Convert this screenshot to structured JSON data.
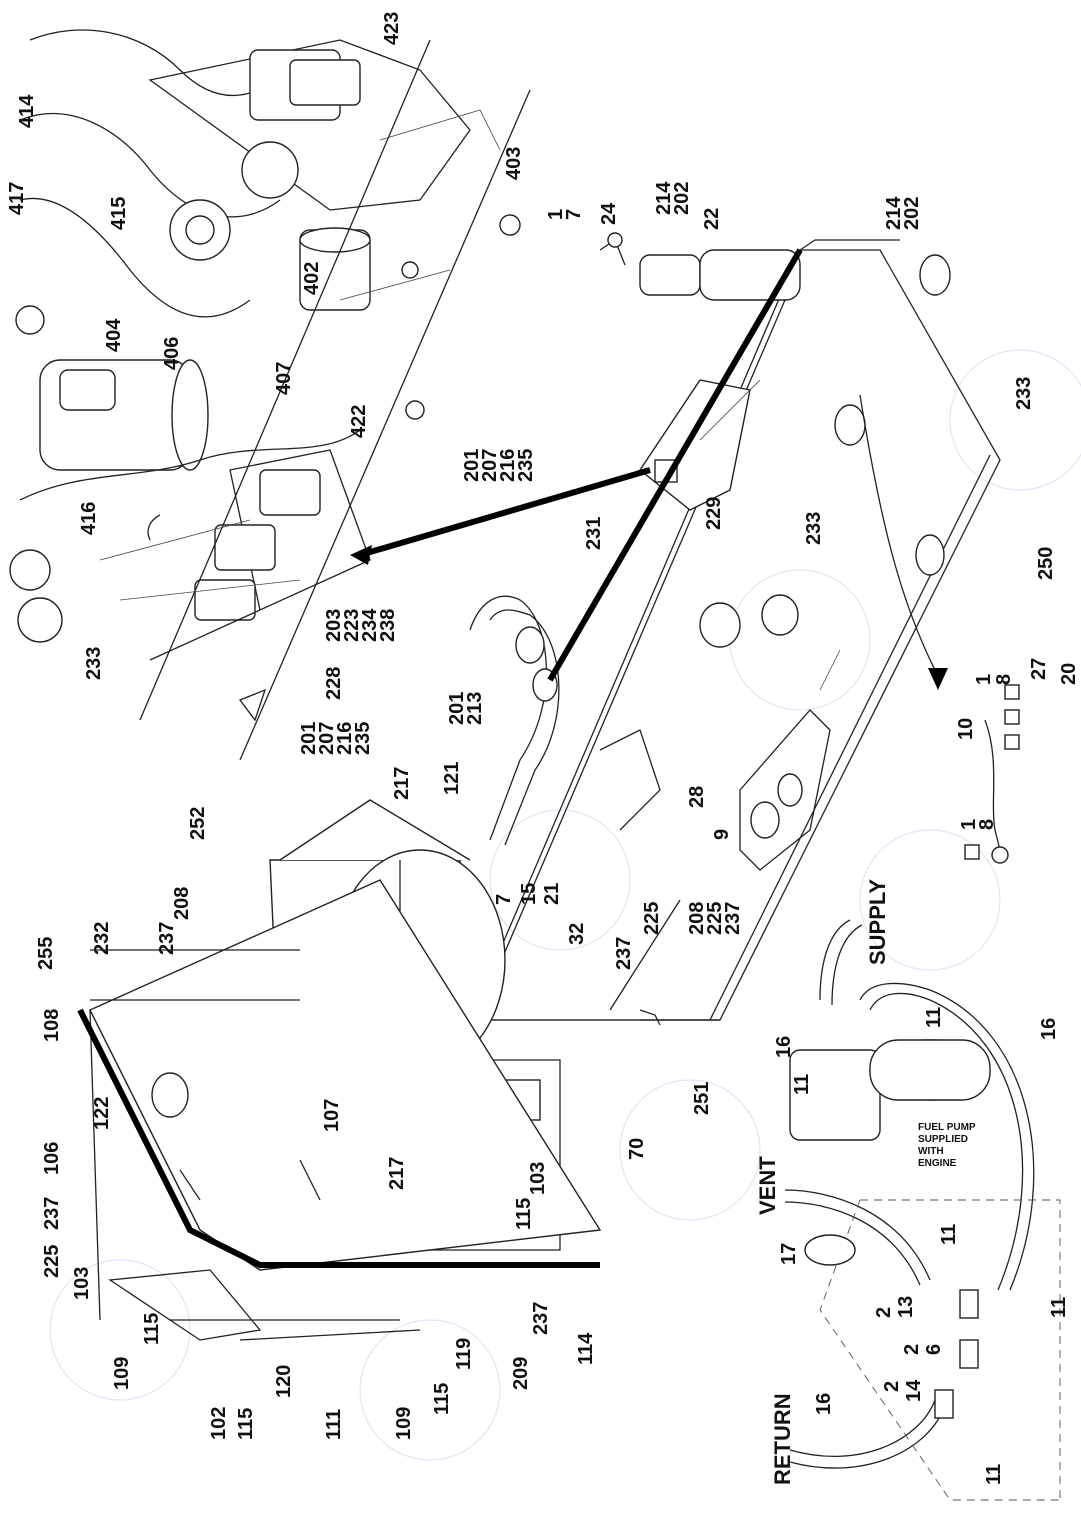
{
  "callouts": [
    {
      "id": "c1",
      "text": "423"
    },
    {
      "id": "c2",
      "text": "414"
    },
    {
      "id": "c3",
      "text": "417"
    },
    {
      "id": "c4",
      "text": "415"
    },
    {
      "id": "c5",
      "text": "403"
    },
    {
      "id": "c6",
      "text": "402"
    },
    {
      "id": "c7",
      "text": "404"
    },
    {
      "id": "c8",
      "text": "406"
    },
    {
      "id": "c9",
      "text": "407"
    },
    {
      "id": "c10",
      "text": "422"
    },
    {
      "id": "c11",
      "text": "416"
    },
    {
      "id": "c12",
      "text": "201"
    },
    {
      "id": "c13",
      "text": "207"
    },
    {
      "id": "c14",
      "text": "216"
    },
    {
      "id": "c15",
      "text": "235"
    },
    {
      "id": "c16",
      "text": "1"
    },
    {
      "id": "c17",
      "text": "7"
    },
    {
      "id": "c18",
      "text": "24"
    },
    {
      "id": "c19",
      "text": "214"
    },
    {
      "id": "c20",
      "text": "202"
    },
    {
      "id": "c21",
      "text": "22"
    },
    {
      "id": "c22",
      "text": "214"
    },
    {
      "id": "c23",
      "text": "202"
    },
    {
      "id": "c24",
      "text": "233"
    },
    {
      "id": "c25",
      "text": "233"
    },
    {
      "id": "c26",
      "text": "229"
    },
    {
      "id": "c27",
      "text": "231"
    },
    {
      "id": "c28",
      "text": "250"
    },
    {
      "id": "c29",
      "text": "233"
    },
    {
      "id": "c30",
      "text": "203"
    },
    {
      "id": "c31",
      "text": "223"
    },
    {
      "id": "c32",
      "text": "234"
    },
    {
      "id": "c33",
      "text": "238"
    },
    {
      "id": "c34",
      "text": "228"
    },
    {
      "id": "c35",
      "text": "201"
    },
    {
      "id": "c36",
      "text": "207"
    },
    {
      "id": "c37",
      "text": "216"
    },
    {
      "id": "c38",
      "text": "235"
    },
    {
      "id": "c39",
      "text": "201"
    },
    {
      "id": "c40",
      "text": "213"
    },
    {
      "id": "c41",
      "text": "121"
    },
    {
      "id": "c42",
      "text": "217"
    },
    {
      "id": "c43",
      "text": "252"
    },
    {
      "id": "c44",
      "text": "1"
    },
    {
      "id": "c45",
      "text": "8"
    },
    {
      "id": "c46",
      "text": "27"
    },
    {
      "id": "c47",
      "text": "20"
    },
    {
      "id": "c48",
      "text": "10"
    },
    {
      "id": "c49",
      "text": "1"
    },
    {
      "id": "c50",
      "text": "8"
    },
    {
      "id": "c51",
      "text": "28"
    },
    {
      "id": "c52",
      "text": "9"
    },
    {
      "id": "c53",
      "text": "7"
    },
    {
      "id": "c54",
      "text": "15"
    },
    {
      "id": "c55",
      "text": "21"
    },
    {
      "id": "c56",
      "text": "32"
    },
    {
      "id": "c57",
      "text": "225"
    },
    {
      "id": "c58",
      "text": "237"
    },
    {
      "id": "c59",
      "text": "208"
    },
    {
      "id": "c60",
      "text": "225"
    },
    {
      "id": "c61",
      "text": "237"
    },
    {
      "id": "c62",
      "text": "232"
    },
    {
      "id": "c63",
      "text": "237"
    },
    {
      "id": "c64",
      "text": "208"
    },
    {
      "id": "c65",
      "text": "255"
    },
    {
      "id": "c66",
      "text": "108"
    },
    {
      "id": "c67",
      "text": "122"
    },
    {
      "id": "c68",
      "text": "106"
    },
    {
      "id": "c69",
      "text": "107"
    },
    {
      "id": "c70",
      "text": "217"
    },
    {
      "id": "c71",
      "text": "70"
    },
    {
      "id": "c72",
      "text": "251"
    },
    {
      "id": "c73",
      "text": "103"
    },
    {
      "id": "c74",
      "text": "115"
    },
    {
      "id": "c75",
      "text": "237"
    },
    {
      "id": "c76",
      "text": "225"
    },
    {
      "id": "c77",
      "text": "103"
    },
    {
      "id": "c78",
      "text": "115"
    },
    {
      "id": "c79",
      "text": "109"
    },
    {
      "id": "c80",
      "text": "120"
    },
    {
      "id": "c81",
      "text": "111"
    },
    {
      "id": "c82",
      "text": "102"
    },
    {
      "id": "c83",
      "text": "115"
    },
    {
      "id": "c84",
      "text": "109"
    },
    {
      "id": "c85",
      "text": "115"
    },
    {
      "id": "c86",
      "text": "119"
    },
    {
      "id": "c87",
      "text": "209"
    },
    {
      "id": "c88",
      "text": "237"
    },
    {
      "id": "c89",
      "text": "114"
    },
    {
      "id": "c90",
      "text": "16"
    },
    {
      "id": "c91",
      "text": "11"
    },
    {
      "id": "c92",
      "text": "11"
    },
    {
      "id": "c93",
      "text": "16"
    },
    {
      "id": "c94",
      "text": "17"
    },
    {
      "id": "c95",
      "text": "11"
    },
    {
      "id": "c96",
      "text": "2"
    },
    {
      "id": "c97",
      "text": "13"
    },
    {
      "id": "c98",
      "text": "2"
    },
    {
      "id": "c99",
      "text": "6"
    },
    {
      "id": "c100",
      "text": "2"
    },
    {
      "id": "c101",
      "text": "14"
    },
    {
      "id": "c102",
      "text": "11"
    },
    {
      "id": "c103",
      "text": "16"
    },
    {
      "id": "c104",
      "text": "11"
    }
  ],
  "labels": {
    "supply": "SUPPLY",
    "vent": "VENT",
    "return": "RETURN",
    "fuel_pump_note": [
      "FUEL PUMP",
      "SUPPLIED",
      "WITH",
      "ENGINE"
    ]
  }
}
